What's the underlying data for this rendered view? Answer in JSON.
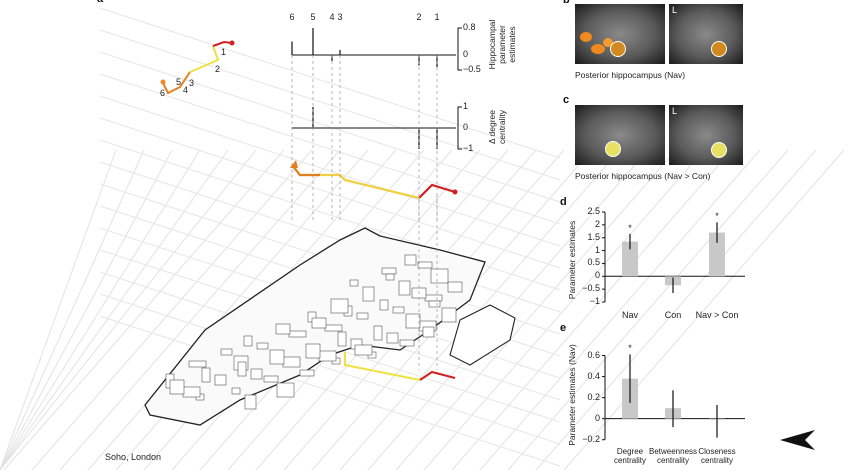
{
  "panel_labels": {
    "a": "a",
    "b": "b",
    "c": "c",
    "d": "d",
    "e": "e"
  },
  "panel_a": {
    "location_label": "Soho, London",
    "route_points": [
      "1",
      "2",
      "3",
      "4",
      "5",
      "6"
    ],
    "colors": {
      "route_start": "#e08020",
      "route_mid": "#f0e040",
      "route_end": "#d02020"
    }
  },
  "panel_b": {
    "caption": "Posterior hippocampus (Nav)",
    "orientation_label": "L"
  },
  "panel_c": {
    "caption": "Posterior hippocampus (Nav > Con)",
    "orientation_label": "L"
  },
  "chart_data": [
    {
      "type": "bar",
      "title": "Hippocampal parameter estimates",
      "ylabel": "Hippocampal parameter estimates",
      "categories": [
        "6",
        "5",
        "4",
        "3",
        "2",
        "1"
      ],
      "values": [
        0.4,
        0.8,
        -0.2,
        0.15,
        -0.35,
        -0.4
      ],
      "ylim": [
        -0.5,
        0.8
      ],
      "yticks": [
        "0.8",
        "0",
        "−0.5"
      ]
    },
    {
      "type": "bar",
      "title": "Δ degree centrality",
      "ylabel": "Δ degree centrality",
      "categories": [
        "6",
        "5",
        "4",
        "3",
        "2",
        "1"
      ],
      "values": [
        0,
        1,
        0,
        0,
        -1,
        -1
      ],
      "ylim": [
        -1,
        1
      ],
      "yticks": [
        "1",
        "0",
        "−1"
      ]
    },
    {
      "type": "bar",
      "ylabel": "Parameter estimates",
      "categories": [
        "Nav",
        "Con",
        "Nav > Con"
      ],
      "values": [
        1.35,
        -0.35,
        1.7
      ],
      "err_low": [
        1.05,
        -0.65,
        1.3
      ],
      "err_high": [
        1.65,
        -0.05,
        2.1
      ],
      "significant": [
        true,
        false,
        true
      ],
      "sig_marker": "*",
      "ylim": [
        -1,
        2.5
      ],
      "yticks": [
        "2.5",
        "2",
        "1.5",
        "1",
        "0.5",
        "0",
        "−0.5",
        "−1"
      ],
      "color": "#c8c8c8"
    },
    {
      "type": "bar",
      "ylabel": "Parameter estimates (Nav)",
      "categories": [
        "Degree centrality",
        "Betweenness centrality",
        "Closeness centrality"
      ],
      "values": [
        0.38,
        0.1,
        -0.01
      ],
      "err_low": [
        0.15,
        -0.08,
        -0.18
      ],
      "err_high": [
        0.61,
        0.27,
        0.13
      ],
      "significant": [
        true,
        false,
        false
      ],
      "sig_marker": "*",
      "ylim": [
        -0.25,
        0.7
      ],
      "yticks": [
        "0.6",
        "0.4",
        "0.2",
        "0",
        "−0.2"
      ],
      "color": "#c8c8c8"
    }
  ]
}
